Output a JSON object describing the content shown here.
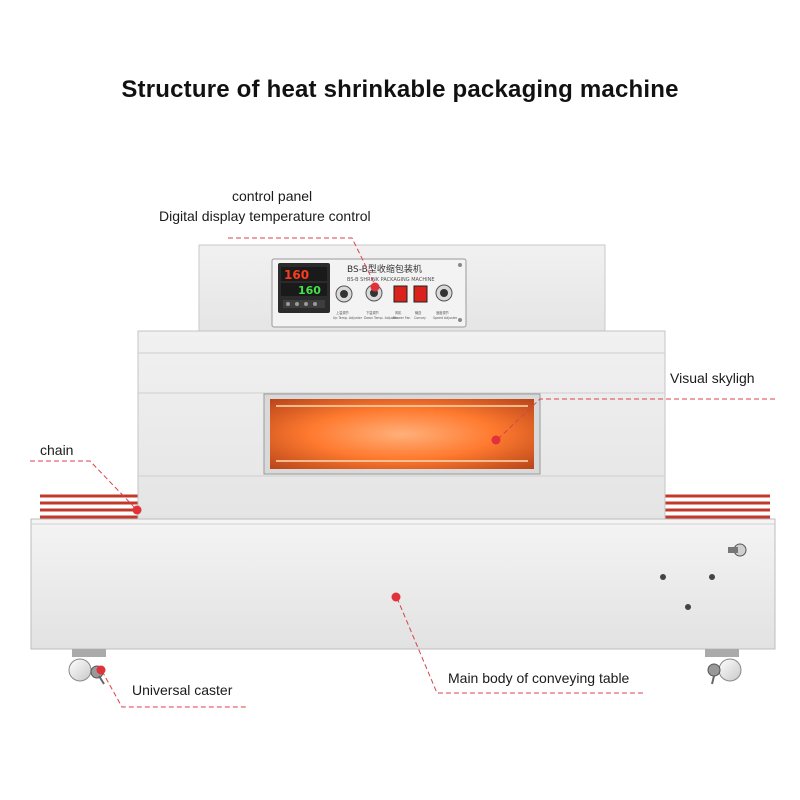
{
  "title": "Structure of heat shrinkable packaging machine",
  "callouts": {
    "control_panel_line1": "control panel",
    "control_panel_line2": "Digital display temperature control",
    "visual_skylight": "Visual skyligh",
    "chain": "chain",
    "main_body": "Main body of conveying table",
    "universal_caster": "Universal caster"
  },
  "machine_panel": {
    "model_line1": "BS-B型收缩包装机",
    "model_line2": "BS-B SHRINK PACKAGING MACHINE",
    "display_pv": "160",
    "display_sv": "160",
    "switch_labels": [
      "上温调节",
      "下温调节",
      "风机",
      "输送",
      "速度调节"
    ],
    "switch_labels_en": [
      "Up Temp. Adjuster",
      "Down Temp. Adjuster",
      "Blower Fan",
      "Convey",
      "Speed Adjuster"
    ]
  },
  "colors": {
    "accent": "#e0323a",
    "leader": "#d9434b",
    "machine_body": "#e9e9e9",
    "tunnel_glow": "#ff7a2f"
  }
}
